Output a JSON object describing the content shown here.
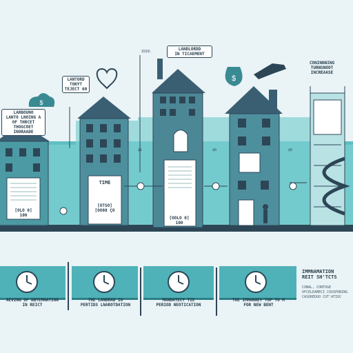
{
  "callouts": {
    "left_box": "LARBOUNO\nLANTO LNOING A\nOF THRCET\nTHOGCOET\nINORAADE",
    "tenant_tag": "LANTORD\nTOKYT\nTEJECT 60",
    "landlord_tag": "LANDLORDD\nIN TICAEMENT",
    "right_box": "CONINNNING\nTURNSNOOT\nINCREAASE",
    "top_small": "IO10.",
    "time_doc": "TIME",
    "doc1": "[OLO 0]\n100",
    "doc2": "[OTSO]\n[OO80 ÇO",
    "doc3": "[OOLO 0]\n100",
    "tag1": "$1",
    "tag2": "$8",
    "tag3": "$0"
  },
  "steps": [
    {
      "caption": "REVING OF DBTEMNATION\nIN REICT"
    },
    {
      "caption": "THE LANDRAD IO\nPERTIDS LNAROTDATION"
    },
    {
      "caption": "MANDATECY TIE\nPERIOD NEOTICATION"
    },
    {
      "caption": "THE IMMANAEY TOP TO M\nFOR NEW BENT"
    }
  ],
  "right_panel": {
    "heading": "IMMNAMATION\nREIT SH'TCTS",
    "body": "CONAL, CONTOGE\nOFCELEAMECI COUSPONING\nCASOREDOO CUT'ATIOC"
  },
  "colors": {
    "teal": "#4fb2b8",
    "dark": "#2d4656",
    "light": "#b9e2e4"
  },
  "icons": [
    "dollar-bag-icon",
    "heart-icon",
    "hand-icon",
    "cloud-dollar-icon",
    "clock-icon"
  ]
}
